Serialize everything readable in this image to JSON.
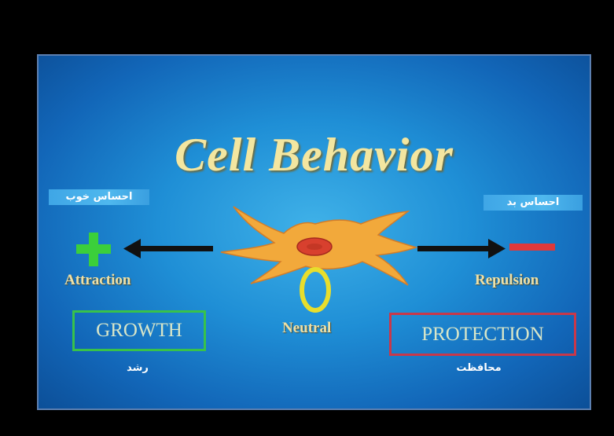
{
  "slide": {
    "title": "Cell Behavior",
    "left": {
      "annotation": "احساس خوب",
      "symbol": "plus",
      "label": "Attraction",
      "box": "GROWTH",
      "box_annotation": "رشد"
    },
    "center": {
      "symbol": "0",
      "label": "Neutral"
    },
    "right": {
      "annotation": "احساس بد",
      "symbol": "minus",
      "label": "Repulsion",
      "box": "PROTECTION",
      "box_annotation": "محافظت"
    }
  },
  "colors": {
    "background": "#1f8fd6",
    "title": "#f3e6a0",
    "plus": "#3bcf3b",
    "minus": "#e0393b",
    "growth_border": "#38c24a",
    "protection_border": "#c8384a",
    "cell": "#f2a93b",
    "nucleus": "#d8402e"
  }
}
